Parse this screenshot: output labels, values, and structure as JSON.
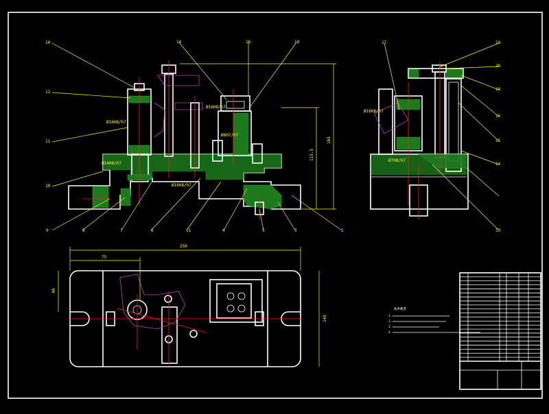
{
  "drawing": {
    "colors": {
      "background": "#000000",
      "outline": "#ffffff",
      "dimension": "#ffff00",
      "centerline": "#ff2020",
      "hatch": "#1c7a1c",
      "phantom": "#c040c0"
    },
    "front_view": {
      "leaders": [
        "10",
        "12",
        "11",
        "10",
        "9",
        "8",
        "7",
        "6",
        "11",
        "4",
        "5",
        "3",
        "1",
        "14",
        "16",
        "18"
      ],
      "fits": [
        "Ø16H8/h7",
        "Ø14H8/h7",
        "Ø16H8/h7",
        "Ø8H7/h7",
        "Ø16H8/h7"
      ],
      "dims": [
        "165",
        "115.5"
      ]
    },
    "side_view": {
      "leaders": [
        "17",
        "19",
        "20",
        "18",
        "16",
        "15",
        "14",
        "13"
      ],
      "fits": [
        "Ø16H8/h7",
        "Ø7H8/h7"
      ]
    },
    "top_view": {
      "dims": [
        "250",
        "75",
        "40",
        "145"
      ]
    },
    "notes": {
      "title": "技术要求",
      "lines": [
        "1.",
        "2.",
        "3.",
        "4."
      ]
    },
    "title_block": {
      "rows": 22
    }
  }
}
